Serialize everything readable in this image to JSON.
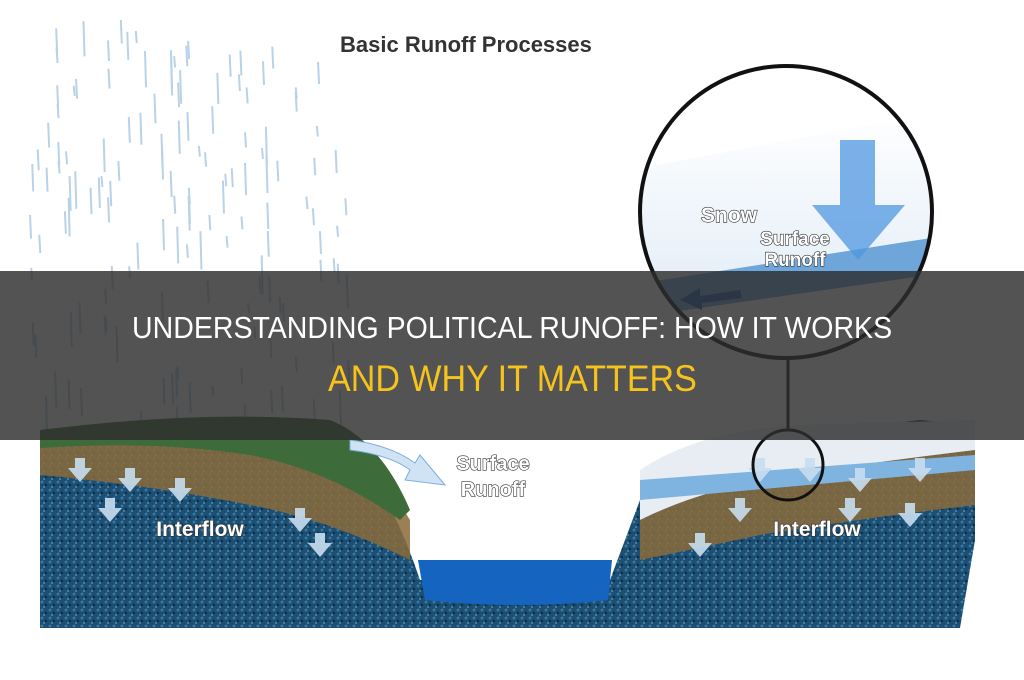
{
  "diagram": {
    "title": "Basic Runoff Processes",
    "labels": {
      "snow": "Snow",
      "surface_runoff_inset_1": "Surface",
      "surface_runoff_inset_2": "Runoff",
      "surface_runoff_1": "Surface",
      "surface_runoff_2": "Runoff",
      "interflow_left": "Interflow",
      "interflow_right": "Interflow"
    }
  },
  "overlay": {
    "title_line1": "UNDERSTANDING POLITICAL RUNOFF: HOW IT WORKS",
    "title_line2": "AND WHY IT MATTERS",
    "colors": {
      "line1": "#ffffff",
      "line2": "#f6c21c",
      "band": "#2d2d2d"
    }
  }
}
